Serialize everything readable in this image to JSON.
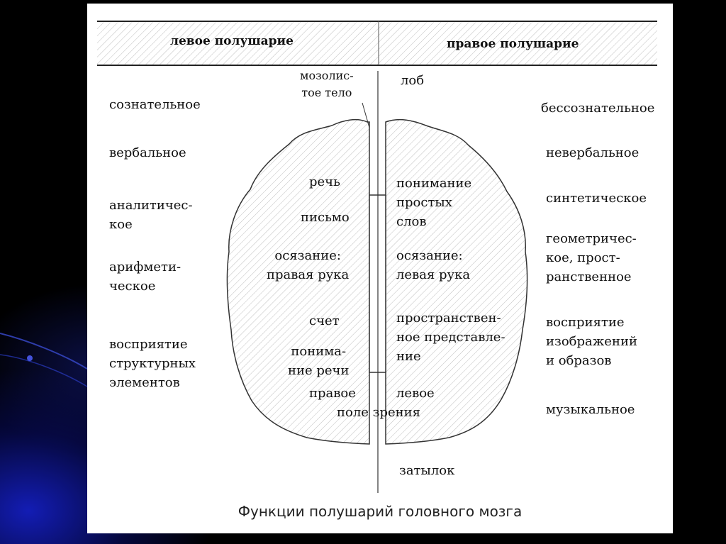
{
  "header": {
    "left": "левое полушарие",
    "right": "правое полушарие"
  },
  "brain": {
    "callus": "мозолис-\nтое тело",
    "front": "лоб",
    "back": "затылок",
    "left_half": [
      "речь",
      "письмо",
      "осязание:\nправая рука",
      "счет",
      "понима-\nние речи",
      "правое"
    ],
    "right_half": [
      "понимание\nпростых\nслов",
      "осязание:\nлевая рука",
      "пространствен-\nное представле-\nние",
      "левое"
    ],
    "field": "поле зрения"
  },
  "left_functions": [
    "сознательное",
    "вербальное",
    "аналитичес-\nкое",
    "арифмети-\nческое",
    "восприятие\nструктурных\nэлементов"
  ],
  "right_functions": [
    "бессознательное",
    "невербальное",
    "синтетическое",
    "геометричес-\nкое, прост-\nранственное",
    "восприятие\nизображений\nи образов",
    "музыкальное"
  ],
  "caption": "Функции полушарий головного мозга"
}
